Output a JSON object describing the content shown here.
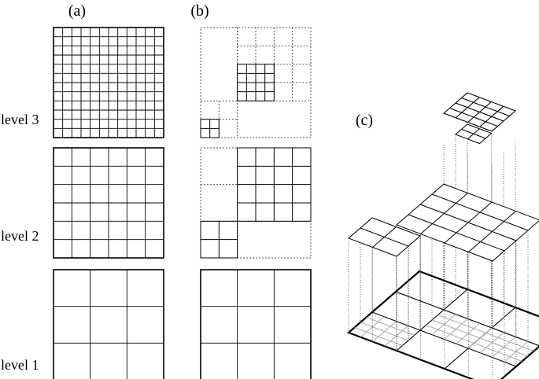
{
  "figure": {
    "panel_labels": {
      "a": "(a)",
      "b": "(b)",
      "c": "(c)"
    },
    "level_labels": {
      "level3": "level 3",
      "level2": "level 2",
      "level1": "level 1"
    },
    "grids": {
      "level1_divisions": 3,
      "level2_divisions": 6,
      "level3_divisions": 12
    },
    "colors": {
      "line": "#000000",
      "dashed": "#555555",
      "gray": "#999999"
    }
  }
}
